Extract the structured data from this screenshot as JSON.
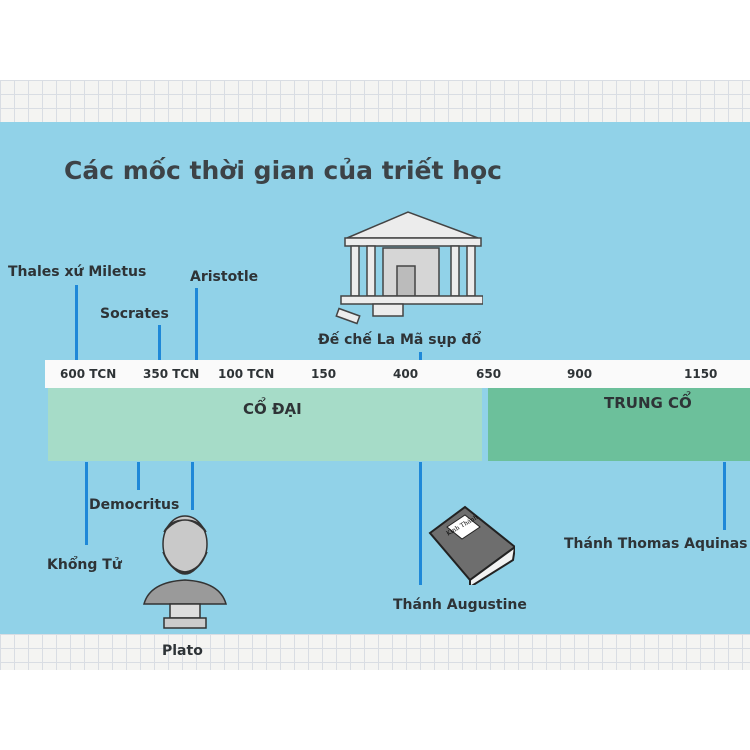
{
  "title": "Các mốc thời gian của triết học",
  "timeline": {
    "ticks": [
      "600 TCN",
      "350 TCN",
      "100 TCN",
      "150",
      "400",
      "650",
      "900",
      "1150"
    ],
    "eras": [
      {
        "label": "CỔ ĐẠI",
        "color": "#a6dcc8"
      },
      {
        "label": "TRUNG CỔ",
        "color": "#6cc09b"
      }
    ]
  },
  "events_above": [
    "Thales xứ Miletus",
    "Socrates",
    "Aristotle",
    "Đế chế La Mã sụp đổ"
  ],
  "events_below": [
    "Khổng Tử",
    "Democritus",
    "Plato",
    "Thánh Augustine",
    "Thánh Thomas Aquinas"
  ],
  "book_label": "Kinh Thánh",
  "colors": {
    "panel": "#91d2e8",
    "line": "#1e88d8"
  }
}
